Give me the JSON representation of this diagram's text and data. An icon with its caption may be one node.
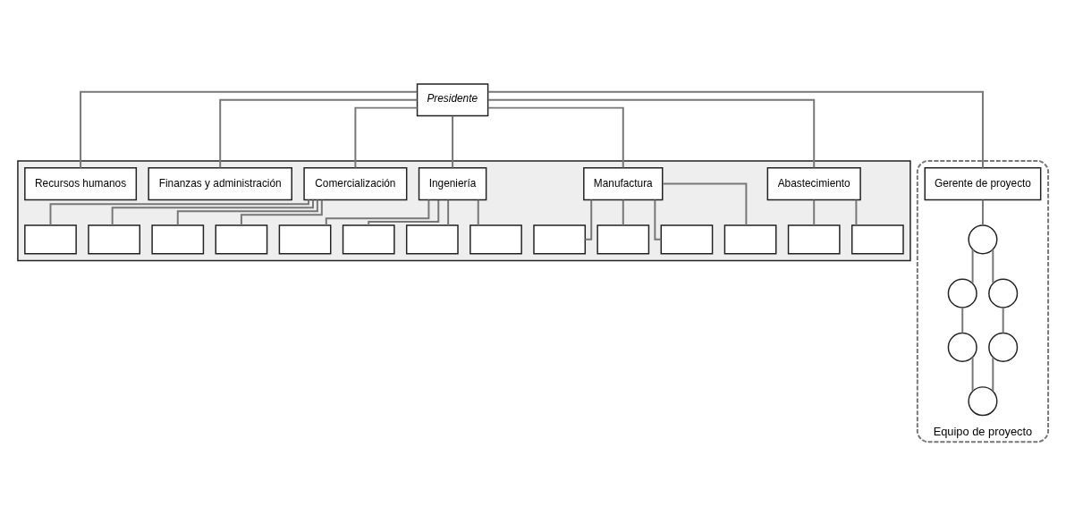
{
  "diagram": {
    "nodes": [
      {
        "text": [],
        "shape": "box"
      },
      {
        "text": [
          "Presidente"
        ]
      },
      {
        "text": [
          "Recursos humanos"
        ],
        "in": 0
      },
      {
        "text": [
          "Finanzas y administración"
        ],
        "in": 0
      },
      {
        "text": [
          "Comercialización"
        ],
        "in": 0
      },
      {
        "text": [
          "Ingeniería"
        ],
        "in": 0
      },
      {
        "text": [
          "Manufactura"
        ],
        "in": 0
      },
      {
        "text": [
          "Abastecimiento"
        ],
        "in": 0
      },
      {
        "text": [],
        "shape": "box",
        "in": 0
      },
      {
        "text": [],
        "shape": "box",
        "in": 0
      },
      {
        "text": [],
        "shape": "box",
        "in": 0
      },
      {
        "text": [],
        "shape": "box",
        "in": 0
      },
      {
        "text": [],
        "shape": "box",
        "in": 0
      },
      {
        "text": [],
        "shape": "box",
        "in": 0
      },
      {
        "text": [],
        "shape": "box",
        "in": 0
      },
      {
        "text": [],
        "shape": "box",
        "in": 0
      },
      {
        "text": [],
        "shape": "box",
        "in": 0
      },
      {
        "text": [],
        "shape": "box",
        "in": 0
      },
      {
        "text": [],
        "shape": "box",
        "in": 0
      },
      {
        "text": [],
        "shape": "box",
        "in": 0
      },
      {
        "text": [],
        "shape": "box",
        "in": 0
      },
      {
        "text": [],
        "shape": "box",
        "in": 0
      },
      {
        "text": [
          "Equipo de proyecto"
        ]
      },
      {
        "text": [
          "Gerente de proyecto"
        ],
        "in": 22
      },
      {
        "text": [],
        "shape": "circle",
        "in": 22
      },
      {
        "text": [],
        "shape": "circle",
        "in": 22
      },
      {
        "text": [],
        "shape": "circle",
        "in": 22
      },
      {
        "text": [],
        "shape": "circle",
        "in": 22
      },
      {
        "text": [],
        "shape": "circle",
        "in": 22
      },
      {
        "text": [],
        "shape": "circle",
        "in": 22
      }
    ],
    "edges": [
      {
        "from": 1,
        "to": 2,
        "arrow": "none"
      },
      {
        "from": 1,
        "to": 3,
        "arrow": "none"
      },
      {
        "from": 1,
        "to": 4,
        "arrow": "none"
      },
      {
        "from": 1,
        "to": 5,
        "arrow": "none"
      },
      {
        "from": 1,
        "to": 6,
        "arrow": "none"
      },
      {
        "from": 1,
        "to": 7,
        "arrow": "none"
      },
      {
        "from": 1,
        "to": 23,
        "arrow": "none"
      },
      {
        "from": 4,
        "to": 8,
        "arrow": "none"
      },
      {
        "from": 4,
        "to": 9,
        "arrow": "none"
      },
      {
        "from": 4,
        "to": 10,
        "arrow": "none"
      },
      {
        "from": 4,
        "to": 11,
        "arrow": "none"
      },
      {
        "from": 5,
        "to": 12,
        "arrow": "none"
      },
      {
        "from": 5,
        "to": 13,
        "arrow": "none"
      },
      {
        "from": 5,
        "to": 14,
        "arrow": "none"
      },
      {
        "from": 5,
        "to": 15,
        "arrow": "none"
      },
      {
        "from": 6,
        "to": 16,
        "arrow": "none"
      },
      {
        "from": 6,
        "to": 17,
        "arrow": "none"
      },
      {
        "from": 6,
        "to": 18,
        "arrow": "none"
      },
      {
        "from": 6,
        "to": 19,
        "arrow": "none"
      },
      {
        "from": 7,
        "to": 20,
        "arrow": "none"
      },
      {
        "from": 7,
        "to": 21,
        "arrow": "none"
      },
      {
        "from": 23,
        "to": 24,
        "arrow": "none"
      },
      {
        "from": 24,
        "to": 25,
        "arrow": "none"
      },
      {
        "from": 24,
        "to": 26,
        "arrow": "none"
      },
      {
        "from": 25,
        "to": 27,
        "arrow": "none"
      },
      {
        "from": 26,
        "to": 28,
        "arrow": "none"
      },
      {
        "from": 27,
        "to": 29,
        "arrow": "none"
      },
      {
        "from": 28,
        "to": 29,
        "arrow": "none"
      }
    ]
  }
}
